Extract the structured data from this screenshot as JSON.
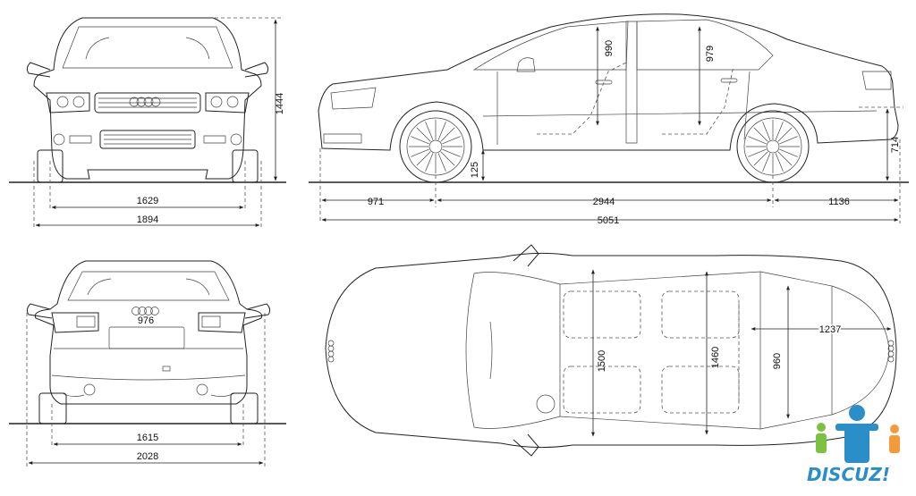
{
  "dimensions": {
    "front_track": "1629",
    "front_width": "1894",
    "height": "1444",
    "rear_track": "1615",
    "rear_width": "2028",
    "rear_badge": "976",
    "front_overhang": "971",
    "wheelbase": "2944",
    "rear_overhang": "1136",
    "overall_length": "5051",
    "ground_clearance": "125",
    "sill_height": "714",
    "front_door_height": "990",
    "rear_door_height": "979",
    "front_interior_width": "1500",
    "rear_interior_width": "1460",
    "trunk_width": "960",
    "trunk_length": "1237"
  },
  "watermark": {
    "text": "DISCUZ!",
    "colors": {
      "blue": "#2a8fc9",
      "green": "#7cc242",
      "orange": "#f39a3b"
    }
  }
}
